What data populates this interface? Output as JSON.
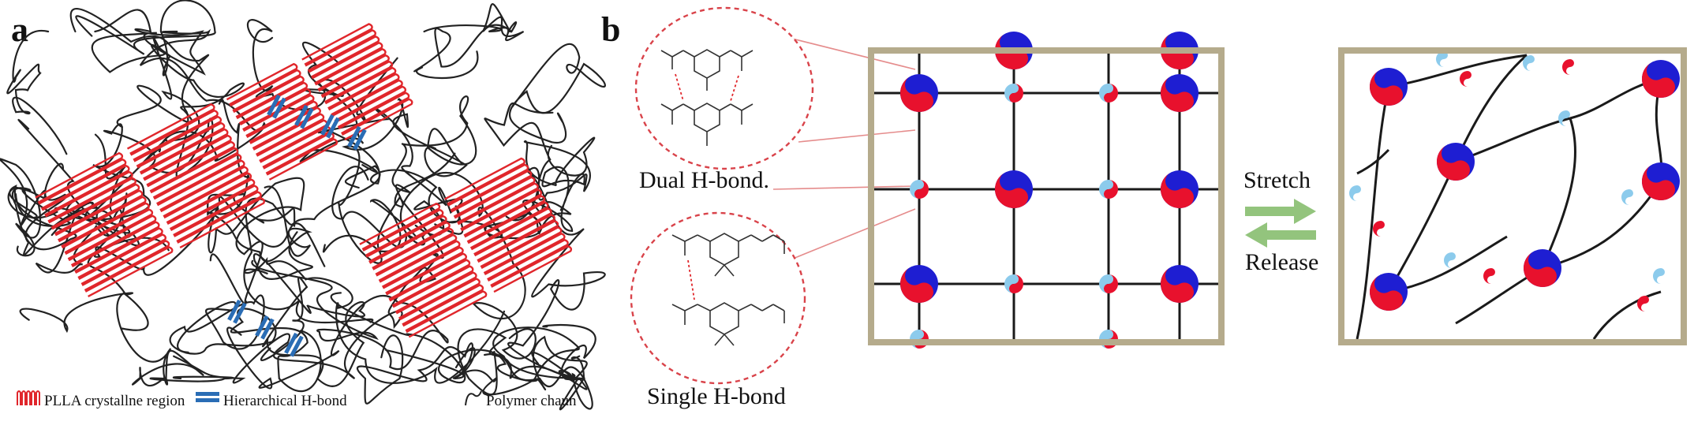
{
  "panel_a": {
    "letter": "a",
    "legend": {
      "crystalline": "PLLA crystallne region",
      "hbond": "Hierarchical H-bond",
      "chain": "Polymer chaun"
    }
  },
  "panel_b": {
    "letter": "b",
    "dual_label": "Dual H-bond.",
    "single_label": "Single  H-bond",
    "stretch_label": "Stretch",
    "release_label": "Release"
  },
  "colors": {
    "crystal_red": "#e0262b",
    "hbond_blue": "#2a6db5",
    "chain_black": "#222222",
    "frame_khaki": "#b5ab8c",
    "node_red": "#e8112d",
    "node_blue": "#1e1ed2",
    "node_light_blue": "#8ccbec",
    "arrow_green": "#93c47d",
    "dashed_red": "#d9434a"
  }
}
